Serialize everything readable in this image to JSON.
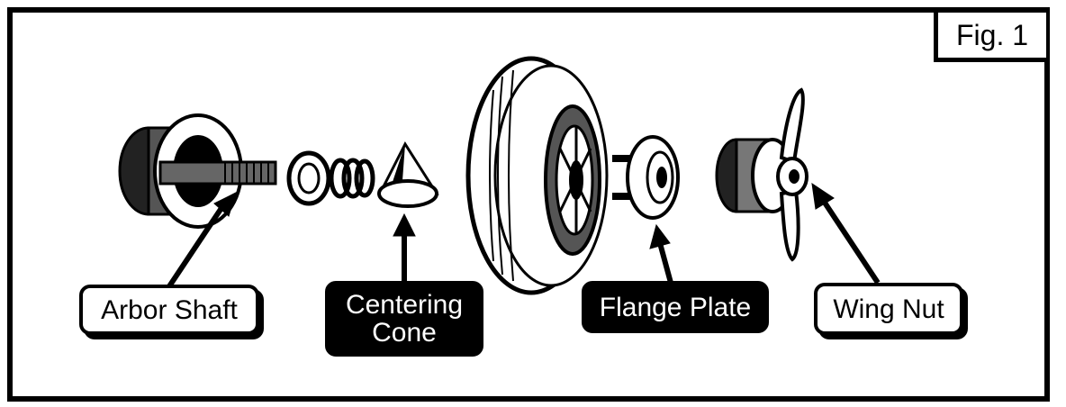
{
  "figure": {
    "label": "Fig. 1"
  },
  "callouts": {
    "arbor_shaft": "Arbor Shaft",
    "centering_cone_line1": "Centering",
    "centering_cone_line2": "Cone",
    "flange_plate": "Flange Plate",
    "wing_nut": "Wing Nut"
  },
  "colors": {
    "ink": "#000000",
    "paper": "#ffffff"
  }
}
